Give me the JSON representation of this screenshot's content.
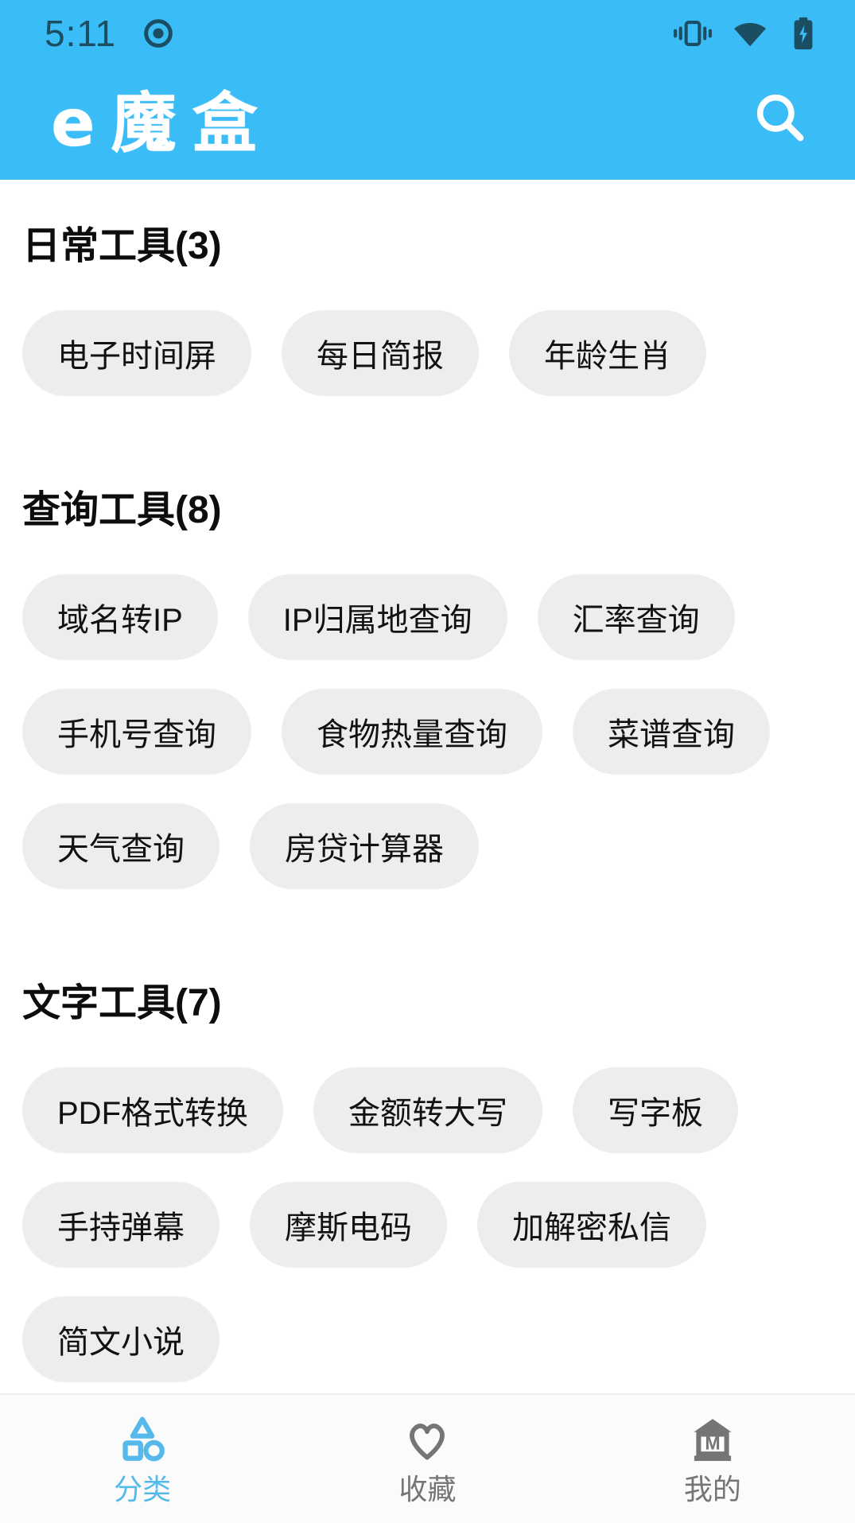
{
  "colors": {
    "header_bg": "#3ABCF6",
    "status_content": "#1C4E63",
    "chip_bg": "#EDEDED",
    "text_primary": "#0D0D0D",
    "nav_active": "#55B9EA",
    "nav_inactive": "#757575",
    "nav_bar_bg": "#FBFBFB"
  },
  "status_bar": {
    "time": "5:11",
    "left_icons": [
      "record-icon"
    ],
    "right_icons": [
      "vibrate-icon",
      "wifi-icon",
      "battery-charging-icon"
    ]
  },
  "header": {
    "logo_text": "e魔盒",
    "search_icon": "search-icon"
  },
  "sections": [
    {
      "title": "日常工具(3)",
      "chips": [
        "电子时间屏",
        "每日简报",
        "年龄生肖"
      ]
    },
    {
      "title": "查询工具(8)",
      "chips": [
        "域名转IP",
        "IP归属地查询",
        "汇率查询",
        "手机号查询",
        "食物热量查询",
        "菜谱查询",
        "天气查询",
        "房贷计算器"
      ]
    },
    {
      "title": "文字工具(7)",
      "chips": [
        "PDF格式转换",
        "金额转大写",
        "写字板",
        "手持弹幕",
        "摩斯电码",
        "加解密私信",
        "简文小说"
      ]
    }
  ],
  "bottom_nav": {
    "items": [
      {
        "label": "分类",
        "icon": "category-icon",
        "active": true
      },
      {
        "label": "收藏",
        "icon": "heart-icon",
        "active": false
      },
      {
        "label": "我的",
        "icon": "mine-icon",
        "active": false,
        "icon_letter": "M"
      }
    ]
  }
}
